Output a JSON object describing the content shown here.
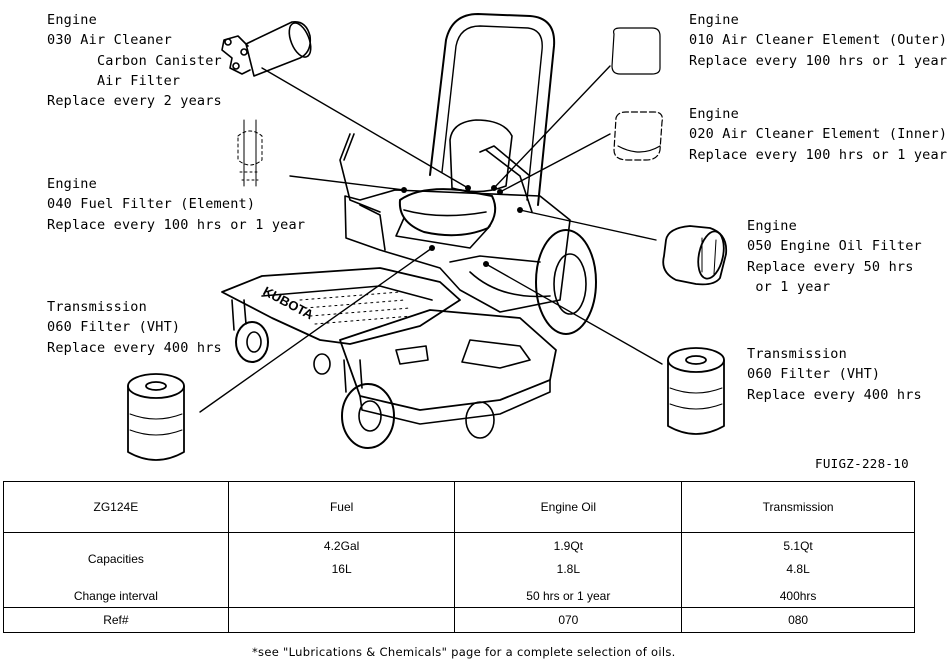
{
  "callouts": {
    "c030": {
      "lines": [
        "Engine",
        "030 Air Cleaner",
        "      Carbon Canister",
        "      Air Filter",
        "Replace every 2 years"
      ]
    },
    "c040": {
      "lines": [
        "Engine",
        "040 Fuel Filter (Element)",
        "Replace every 100 hrs or 1 year"
      ]
    },
    "c060a": {
      "lines": [
        "Transmission",
        "060 Filter (VHT)",
        "Replace every 400 hrs"
      ]
    },
    "c010": {
      "lines": [
        "Engine",
        "010 Air Cleaner Element (Outer)",
        "Replace every 100 hrs or 1 year"
      ]
    },
    "c020": {
      "lines": [
        "Engine",
        "020 Air Cleaner Element (Inner)",
        "Replace every 100 hrs or 1 year"
      ]
    },
    "c050": {
      "lines": [
        "Engine",
        "050 Engine Oil Filter",
        "Replace every 50 hrs",
        " or 1 year"
      ]
    },
    "c060b": {
      "lines": [
        "Transmission",
        "060 Filter (VHT)",
        "Replace every 400 hrs"
      ]
    }
  },
  "mower_brand": "KUBOTA",
  "figure_id": "FUIGZ-228-10",
  "table": {
    "model": "ZG124E",
    "headers": [
      "Fuel",
      "Engine Oil",
      "Transmission"
    ],
    "capacities_label": "Capacities",
    "change_interval_label": "Change interval",
    "ref_label": "Ref#",
    "fuel": {
      "capacity_1": "4.2Gal",
      "capacity_2": "16L",
      "interval": "",
      "ref": ""
    },
    "engine_oil": {
      "capacity_1": "1.9Qt",
      "capacity_2": "1.8L",
      "interval": "50 hrs or 1 year",
      "ref": "070"
    },
    "transmission": {
      "capacity_1": "5.1Qt",
      "capacity_2": "4.8L",
      "interval": "400hrs",
      "ref": "080"
    }
  },
  "footnote": "*see \"Lubrications & Chemicals\" page for a complete selection of oils."
}
